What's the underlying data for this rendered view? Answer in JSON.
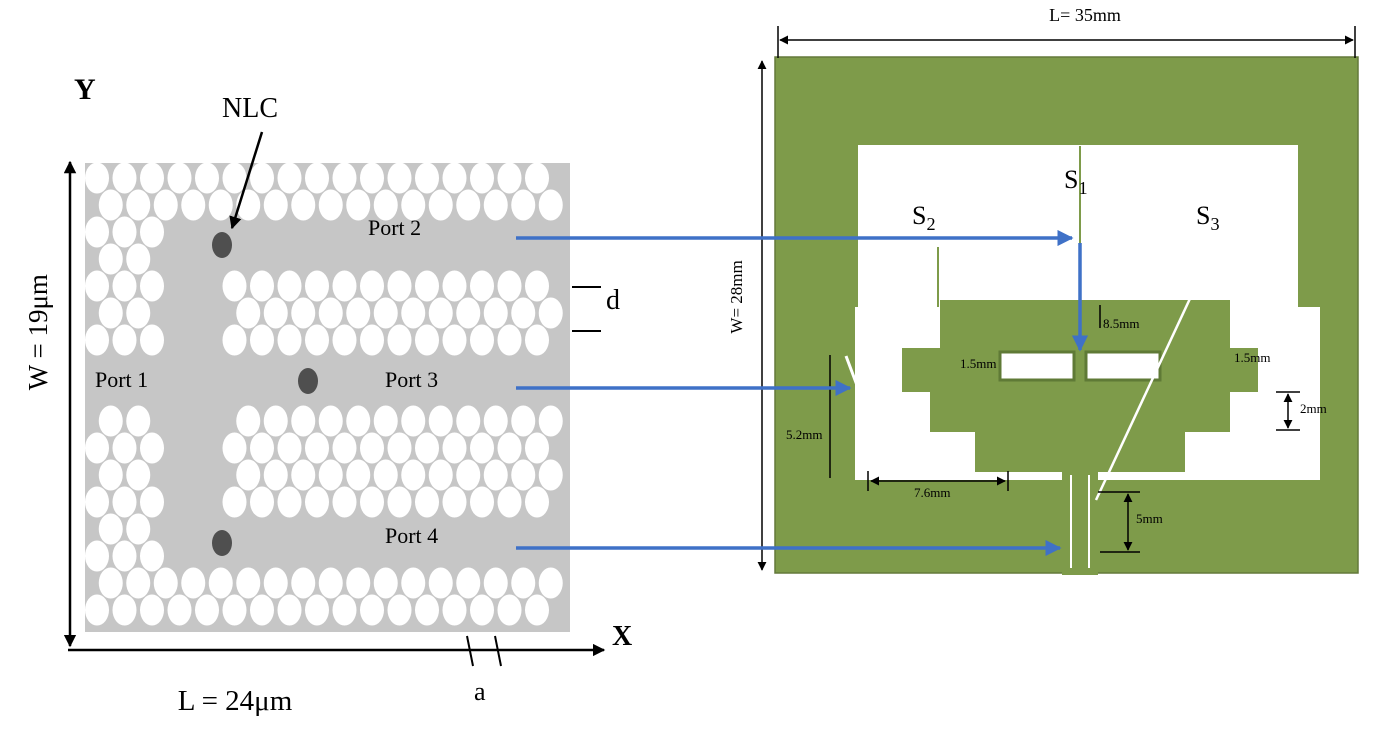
{
  "left_figure": {
    "y_axis_label": "Y",
    "x_axis_label": "X",
    "nlc_label": "NLC",
    "width_label": "W = 19μm",
    "length_label": "L = 24μm",
    "lattice_constant_label": "a",
    "hole_spacing_label": "d",
    "port1_label": "Port 1",
    "port2_label": "Port 2",
    "port3_label": "Port 3",
    "port4_label": "Port 4"
  },
  "right_figure": {
    "length_label": "L= 35mm",
    "width_label": "W= 28mm",
    "s1": {
      "base": "S",
      "sub": "1"
    },
    "s2": {
      "base": "S",
      "sub": "2"
    },
    "s3": {
      "base": "S",
      "sub": "3"
    },
    "dims": {
      "dim_8_5": "8.5mm",
      "dim_1_5_left": "1.5mm",
      "dim_1_5_right": "1.5mm",
      "dim_2": "2mm",
      "dim_5_2": "5.2mm",
      "dim_7_6": "7.6mm",
      "dim_5": "5mm"
    }
  },
  "colors": {
    "board_green": "#7e9b4a",
    "crystal_gray": "#c6c6c6",
    "hole_white": "#ffffff",
    "nlc_dark": "#4f4f4f",
    "arrow_blue": "#3f71c7"
  }
}
